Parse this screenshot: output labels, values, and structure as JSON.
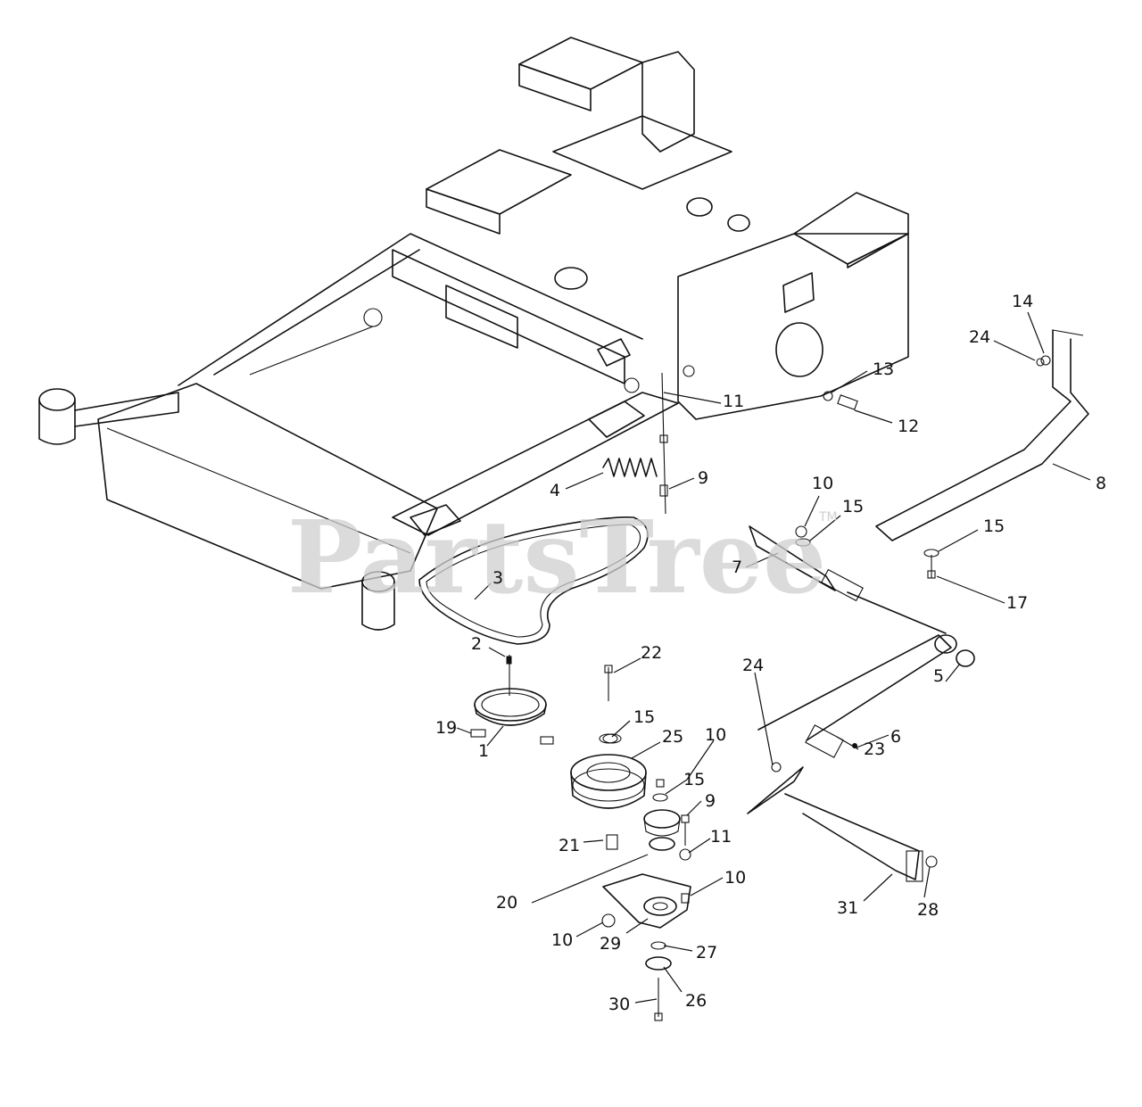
{
  "watermark": {
    "text": "PartsTree",
    "trademark": "TM"
  },
  "callouts": [
    {
      "id": "14",
      "label": "14"
    },
    {
      "id": "24a",
      "label": "24"
    },
    {
      "id": "13",
      "label": "13"
    },
    {
      "id": "11a",
      "label": "11"
    },
    {
      "id": "12",
      "label": "12"
    },
    {
      "id": "8",
      "label": "8"
    },
    {
      "id": "4",
      "label": "4"
    },
    {
      "id": "9a",
      "label": "9"
    },
    {
      "id": "10a",
      "label": "10"
    },
    {
      "id": "15a",
      "label": "15"
    },
    {
      "id": "15b",
      "label": "15"
    },
    {
      "id": "7",
      "label": "7"
    },
    {
      "id": "17",
      "label": "17"
    },
    {
      "id": "3",
      "label": "3"
    },
    {
      "id": "2",
      "label": "2"
    },
    {
      "id": "22",
      "label": "22"
    },
    {
      "id": "24b",
      "label": "24"
    },
    {
      "id": "5",
      "label": "5"
    },
    {
      "id": "19",
      "label": "19"
    },
    {
      "id": "15c",
      "label": "15"
    },
    {
      "id": "6",
      "label": "6"
    },
    {
      "id": "1",
      "label": "1"
    },
    {
      "id": "25",
      "label": "25"
    },
    {
      "id": "10b",
      "label": "10"
    },
    {
      "id": "23",
      "label": "23"
    },
    {
      "id": "15d",
      "label": "15"
    },
    {
      "id": "9b",
      "label": "9"
    },
    {
      "id": "21",
      "label": "21"
    },
    {
      "id": "11b",
      "label": "11"
    },
    {
      "id": "20",
      "label": "20"
    },
    {
      "id": "10c",
      "label": "10"
    },
    {
      "id": "31",
      "label": "31"
    },
    {
      "id": "28",
      "label": "28"
    },
    {
      "id": "10d",
      "label": "10"
    },
    {
      "id": "29",
      "label": "29"
    },
    {
      "id": "27",
      "label": "27"
    },
    {
      "id": "26",
      "label": "26"
    },
    {
      "id": "30",
      "label": "30"
    }
  ]
}
